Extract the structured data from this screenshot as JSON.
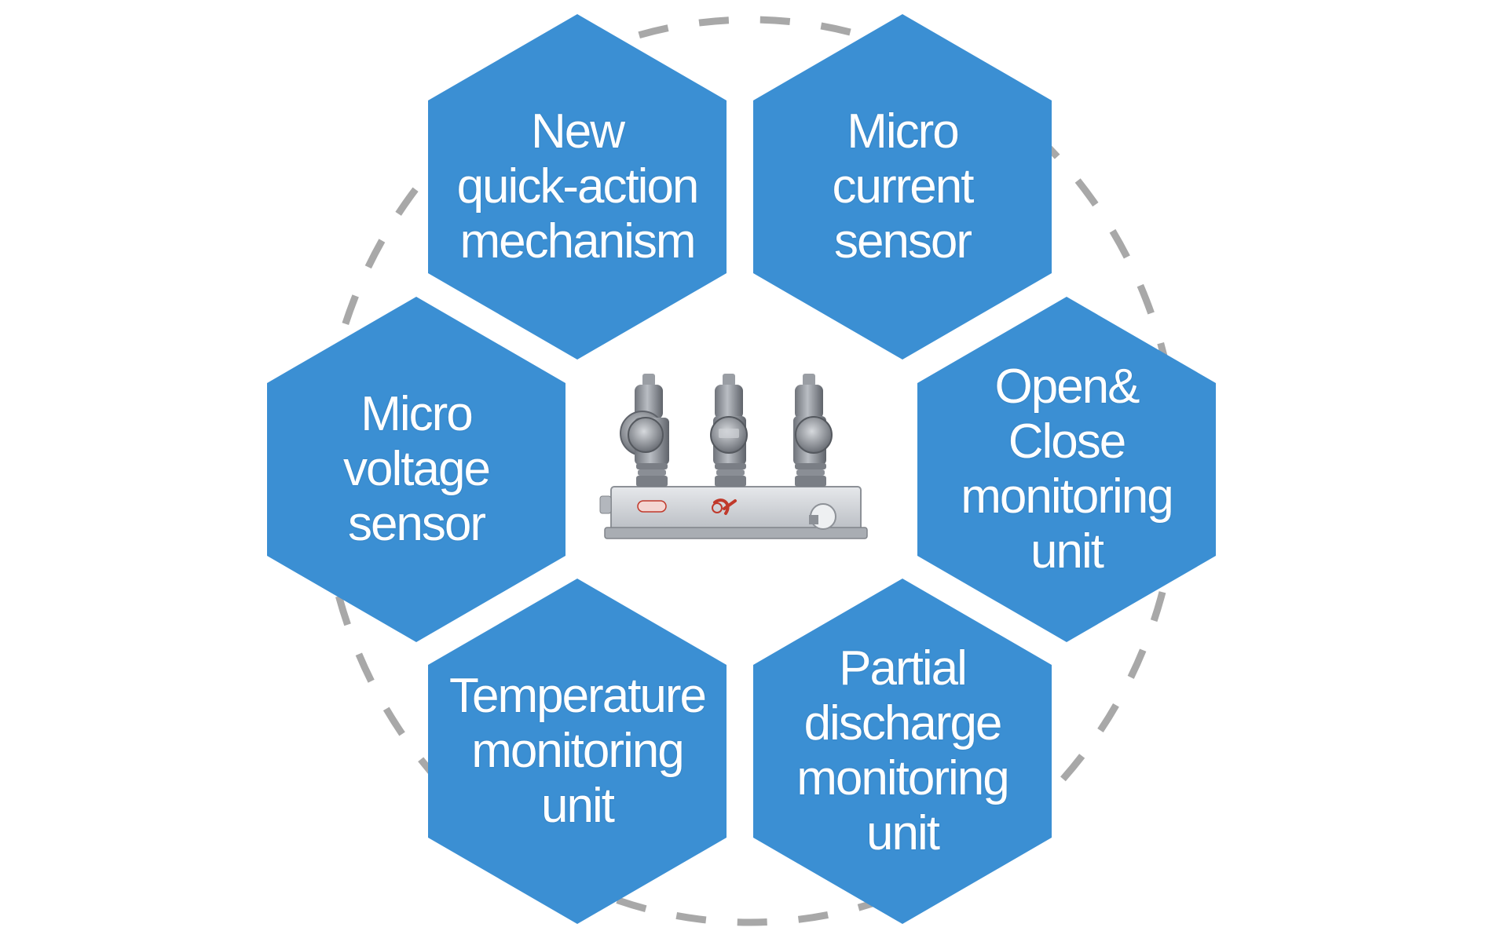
{
  "colors": {
    "hex_fill": "#3b8fd3",
    "ring_stroke": "#a8a8a8",
    "device_gray": "#9a9ea4",
    "device_accent": "#c0392b"
  },
  "diagram": {
    "center_icon": "circuit-breaker-icon",
    "nodes": [
      {
        "id": "quick-action",
        "label": "New\nquick-action\nmechanism"
      },
      {
        "id": "micro-current",
        "label": "Micro\ncurrent\nsensor"
      },
      {
        "id": "micro-voltage",
        "label": "Micro\nvoltage\nsensor"
      },
      {
        "id": "open-close",
        "label": "Open&\nClose\nmonitoring\nunit"
      },
      {
        "id": "temperature",
        "label": "Temperature\nmonitoring\nunit"
      },
      {
        "id": "partial",
        "label": "Partial\ndischarge\nmonitoring\nunit"
      }
    ]
  }
}
